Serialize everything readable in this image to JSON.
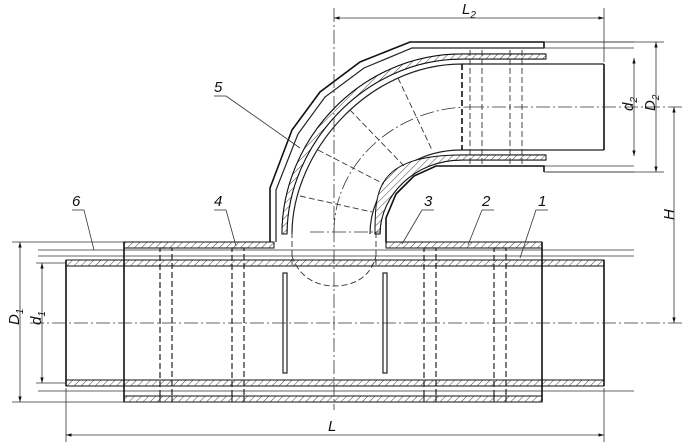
{
  "drawing": {
    "dimensions": {
      "L": {
        "letter": "L",
        "sub": ""
      },
      "L2": {
        "letter": "L",
        "sub": "2"
      },
      "H": {
        "letter": "H",
        "sub": ""
      },
      "D1": {
        "letter": "D",
        "sub": "1"
      },
      "d1": {
        "letter": "d",
        "sub": "1"
      },
      "D2": {
        "letter": "D",
        "sub": "2"
      },
      "d2": {
        "letter": "d",
        "sub": "2"
      }
    },
    "callouts": [
      "1",
      "2",
      "3",
      "4",
      "5",
      "6"
    ]
  }
}
